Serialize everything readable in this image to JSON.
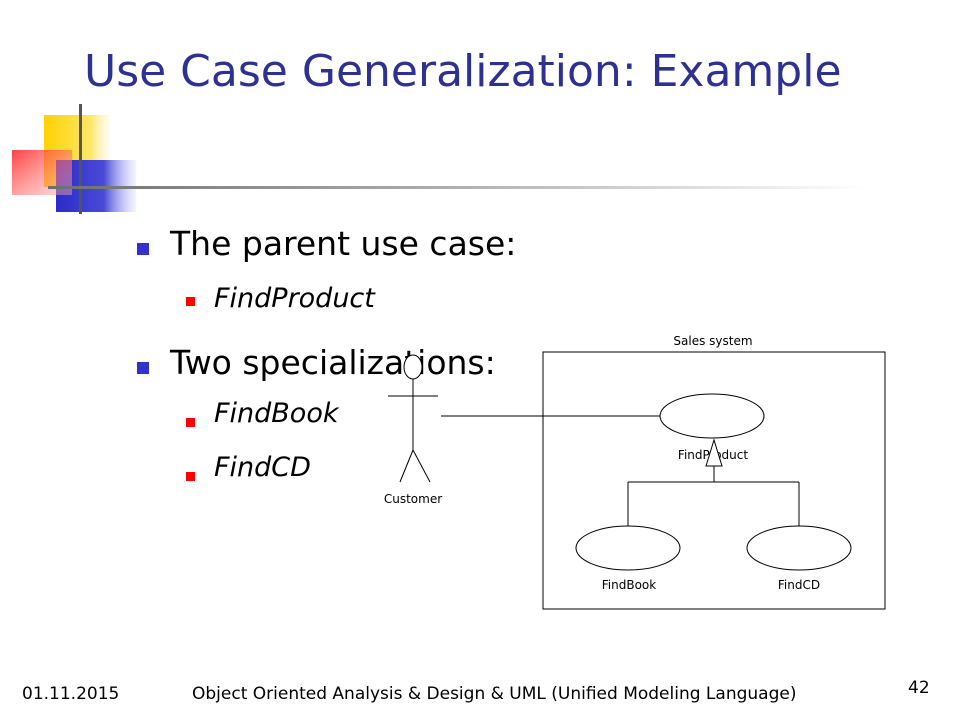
{
  "slide": {
    "title": "Use Case Generalization: Example",
    "bullets": [
      {
        "text": "The parent use case:",
        "sub": [
          "FindProduct"
        ]
      },
      {
        "text": "Two specializations:",
        "sub": [
          "FindBook",
          "FindCD"
        ]
      }
    ]
  },
  "diagram": {
    "system_label": "Sales system",
    "actor_label": "Customer",
    "parent_use_case": "FindProduct",
    "child_use_cases": [
      "FindBook",
      "FindCD"
    ]
  },
  "footer": {
    "date": "01.11.2015",
    "course": "Object Oriented Analysis & Design & UML (Unified Modeling Language)",
    "page_number": "42"
  },
  "colors": {
    "title": "#2e3192",
    "bullet_level1": "#3333cc",
    "bullet_level2": "#ff0000"
  }
}
